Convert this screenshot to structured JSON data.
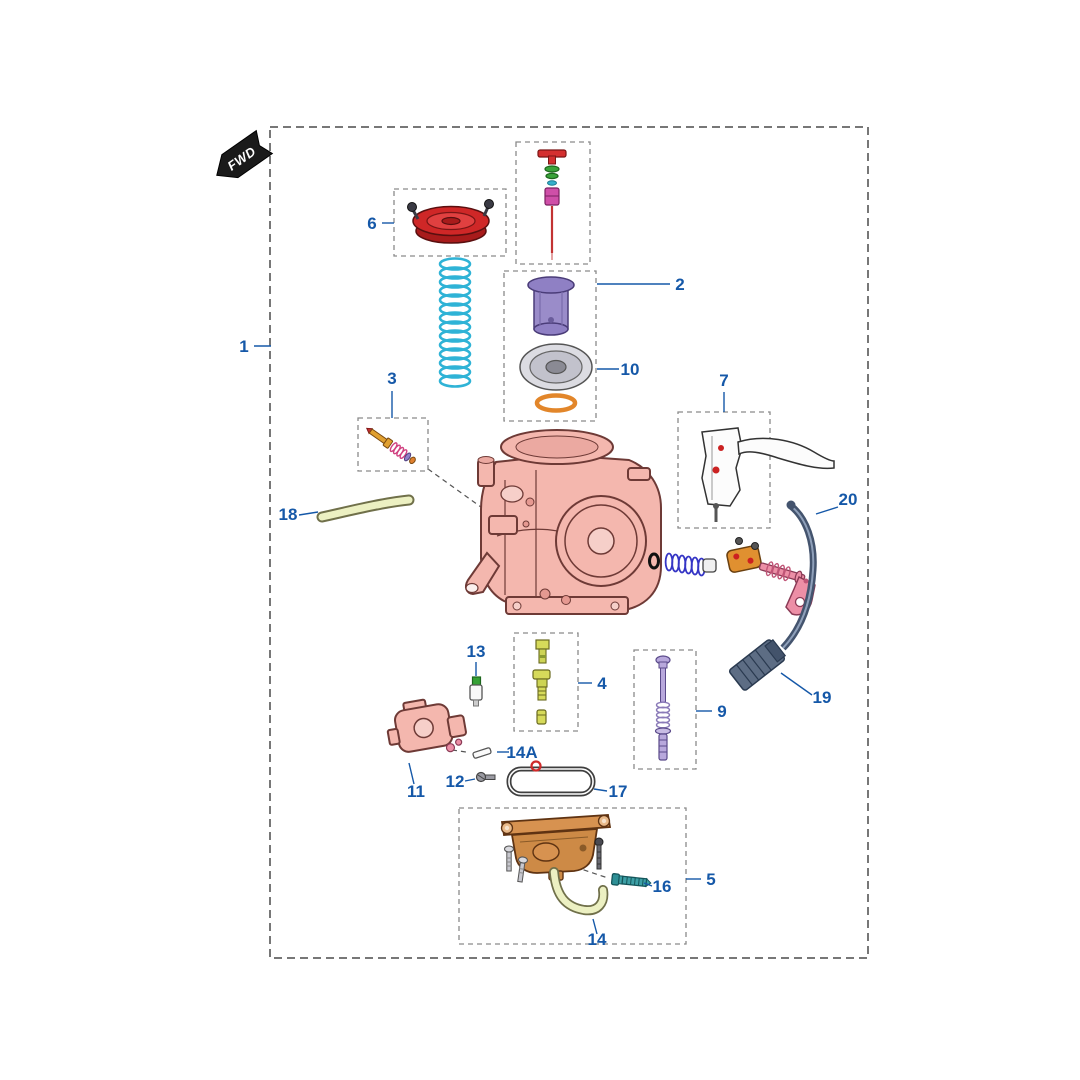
{
  "fwd": {
    "label": "FWD"
  },
  "labels": {
    "p1": "1",
    "p2": "2",
    "p3": "3",
    "p4": "4",
    "p5": "5",
    "p6": "6",
    "p7": "7",
    "p9": "9",
    "p10": "10",
    "p11": "11",
    "p12": "12",
    "p13": "13",
    "p14": "14",
    "p14a": "14A",
    "p16": "16",
    "p17": "17",
    "p18": "18",
    "p19": "19",
    "p20": "20"
  },
  "colors": {
    "label-blue": "#1558a8",
    "box-gray": "#8a8a8a",
    "body-pink": "#f4b7ae",
    "body-outline": "#6e3a36",
    "cover-red": "#cf2727",
    "spring-cyan": "#2fb3d6",
    "slide-purple": "#9a8cc9",
    "oring-orange": "#e2862a",
    "jet-green": "#d6da5a",
    "bowl-orange": "#cd8a46",
    "cable-slate": "#44546e",
    "hose-yellow": "#ecf0c2",
    "lever-pink": "#ec8fa6"
  }
}
